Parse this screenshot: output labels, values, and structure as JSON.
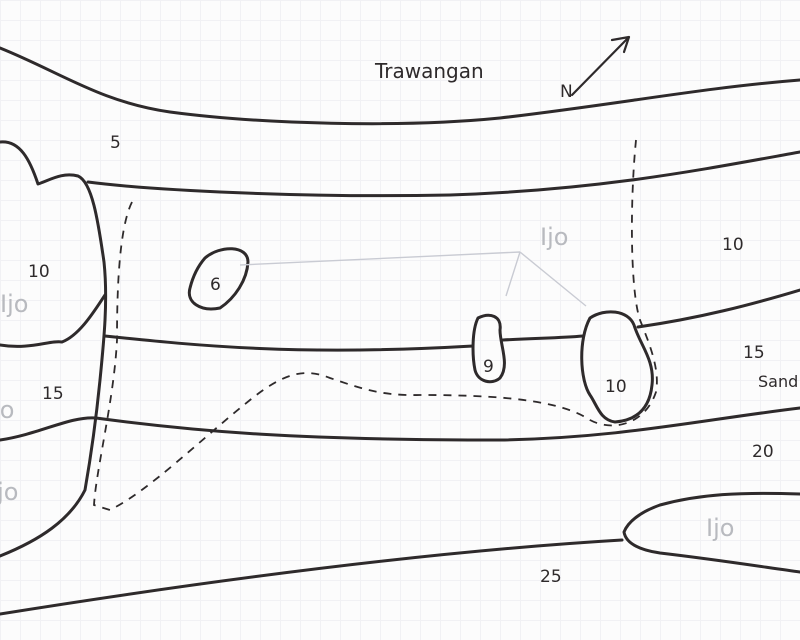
{
  "map": {
    "title": "Trawangan",
    "north_label": "N",
    "colors": {
      "ink": "#2e2a2b",
      "faint_label": "#b8babf"
    },
    "depth_labels": [
      "5",
      "10",
      "15",
      "10",
      "15",
      "20",
      "25"
    ],
    "pinnacle_labels": [
      "6",
      "9",
      "10"
    ],
    "sand_label": "Sand",
    "ijo_labels": [
      "Ijo",
      "Ijo",
      "Ijo",
      "Ijo",
      "Ijo"
    ]
  }
}
